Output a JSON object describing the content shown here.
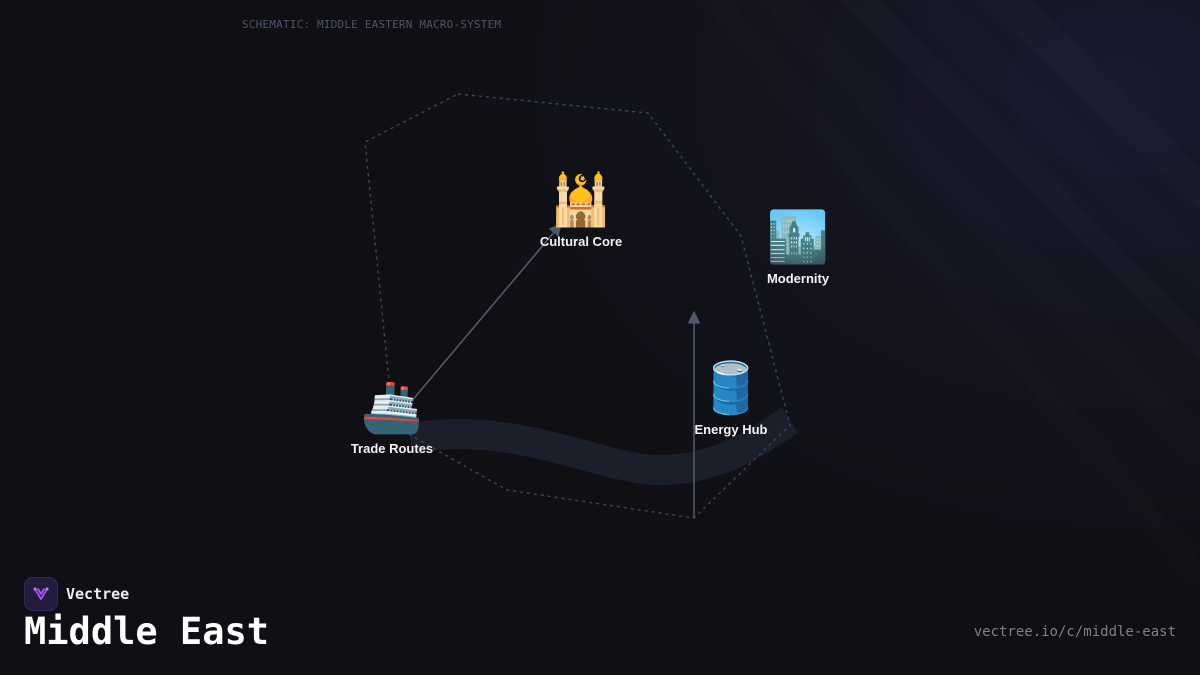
{
  "header": {
    "schematic_label": "SCHEMATIC: MIDDLE EASTERN MACRO-SYSTEM"
  },
  "diagram": {
    "nodes": [
      {
        "id": "cultural-core",
        "label": "Cultural Core",
        "icon": "mosque-icon",
        "glyph": "🕌"
      },
      {
        "id": "modernity",
        "label": "Modernity",
        "icon": "cityscape-icon",
        "glyph": "🏙️"
      },
      {
        "id": "energy-hub",
        "label": "Energy Hub",
        "icon": "oil-barrel-icon",
        "glyph": "🛢️"
      },
      {
        "id": "trade-routes",
        "label": "Trade Routes",
        "icon": "ship-icon",
        "glyph": "🚢"
      }
    ],
    "edges": [
      {
        "from": "trade-routes",
        "to": "cultural-core"
      },
      {
        "from": "energy-hub",
        "to": "modernity"
      }
    ],
    "colors": {
      "boundary": "#3a4658",
      "edge": "#4e5a6c",
      "river": "#1a1f2b"
    }
  },
  "brand": {
    "name": "Vectree",
    "logo_icon": "vectree-logo-icon",
    "logo_color": "#a855f7"
  },
  "page": {
    "title": "Middle East",
    "url": "vectree.io/c/middle-east"
  }
}
